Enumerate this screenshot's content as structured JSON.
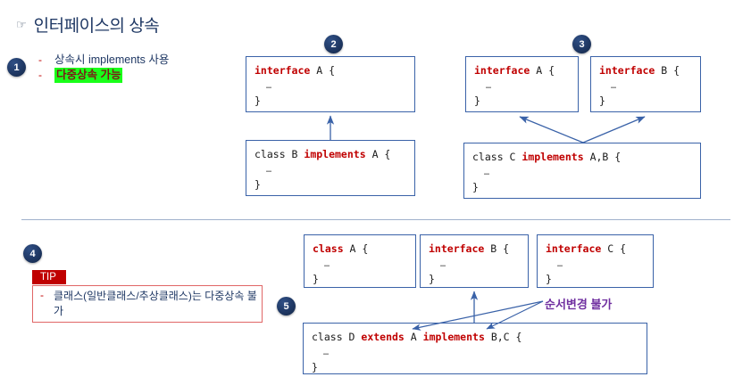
{
  "slide": {
    "header": {
      "icon": "pointing-hand-icon",
      "title": "인터페이스의 상속"
    },
    "divider": true
  },
  "markers": [
    {
      "id": 1,
      "label": "1"
    },
    {
      "id": 2,
      "label": "2"
    },
    {
      "id": 3,
      "label": "3"
    },
    {
      "id": 4,
      "label": "4"
    },
    {
      "id": 5,
      "label": "5"
    }
  ],
  "bullets": [
    {
      "dash": "-",
      "text": "상속시 implements 사용",
      "highlight": false
    },
    {
      "dash": "-",
      "text": "다중상속 가능",
      "highlight": true
    }
  ],
  "group2": {
    "parent": {
      "keyword": "interface",
      "rest": " A {",
      "dots": "…",
      "close": "}"
    },
    "child": {
      "prefix": "class B ",
      "keyword": "implements",
      "rest": " A {",
      "dots": "…",
      "close": "}"
    }
  },
  "group3": {
    "parents": [
      {
        "keyword": "interface",
        "rest": " A {",
        "dots": "…",
        "close": "}"
      },
      {
        "keyword": "interface",
        "rest": " B {",
        "dots": "…",
        "close": "}"
      }
    ],
    "child": {
      "prefix": "class C ",
      "keyword": "implements",
      "rest": " A,B {",
      "dots": "…",
      "close": "}"
    }
  },
  "tip": {
    "label": "TIP",
    "dash": "-",
    "text": "클래스(일반클래스/추상클래스)는 다중상속 불가"
  },
  "group5": {
    "parents": [
      {
        "keyword": "class",
        "rest": " A {",
        "dots": "…",
        "close": "}"
      },
      {
        "keyword": "interface",
        "rest": " B {",
        "dots": "…",
        "close": "}"
      },
      {
        "keyword": "interface",
        "rest": " C {",
        "dots": "…",
        "close": "}"
      }
    ],
    "child": {
      "prefix": "class D ",
      "keyword1": "extends",
      "mid": " A ",
      "keyword2": "implements",
      "rest": " B,C {",
      "dots": "…",
      "close": "}"
    },
    "note": "순서변경 불가"
  },
  "colors": {
    "keyword": "#C00000",
    "box_border": "#3A62A8",
    "marker": "#1F3864",
    "highlight": "#19FF19",
    "highlight_text": "#7B1818",
    "note_purple": "#7030A0",
    "tip_red": "#C00000",
    "title": "#1F3864",
    "arrow": "#3A62A8"
  }
}
